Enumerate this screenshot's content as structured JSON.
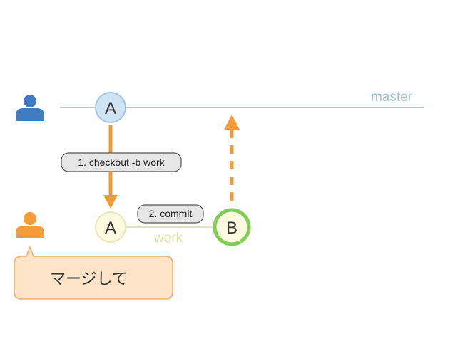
{
  "branches": {
    "master_label": "master",
    "work_label": "work"
  },
  "nodes": {
    "master_a": "A",
    "work_a": "A",
    "work_b": "B"
  },
  "steps": {
    "step1": "1. checkout -b work",
    "step2": "2. commit"
  },
  "callout": {
    "text": "マージして"
  },
  "icons": {
    "user_blue": "person-icon",
    "user_orange": "person-icon"
  },
  "colors": {
    "master_line": "#a9cbd9",
    "master_label": "#a3c4d4",
    "work_line": "#e6e2b8",
    "work_label": "#dcdcaa",
    "node_blue_fill": "#cfe4f3",
    "node_blue_stroke": "#9fc5e2",
    "node_yellow_fill": "#fdfbdf",
    "node_yellow_stroke": "#ece7b5",
    "node_b_stroke": "#7fcf55",
    "arrow_orange": "#f39a3a",
    "user_blue": "#3f7cc0",
    "user_orange": "#f39c3a",
    "pill_fill": "#e6e6e6",
    "pill_stroke": "#555555",
    "callout_fill": "#fde4c8",
    "callout_stroke": "#f1ad68"
  }
}
